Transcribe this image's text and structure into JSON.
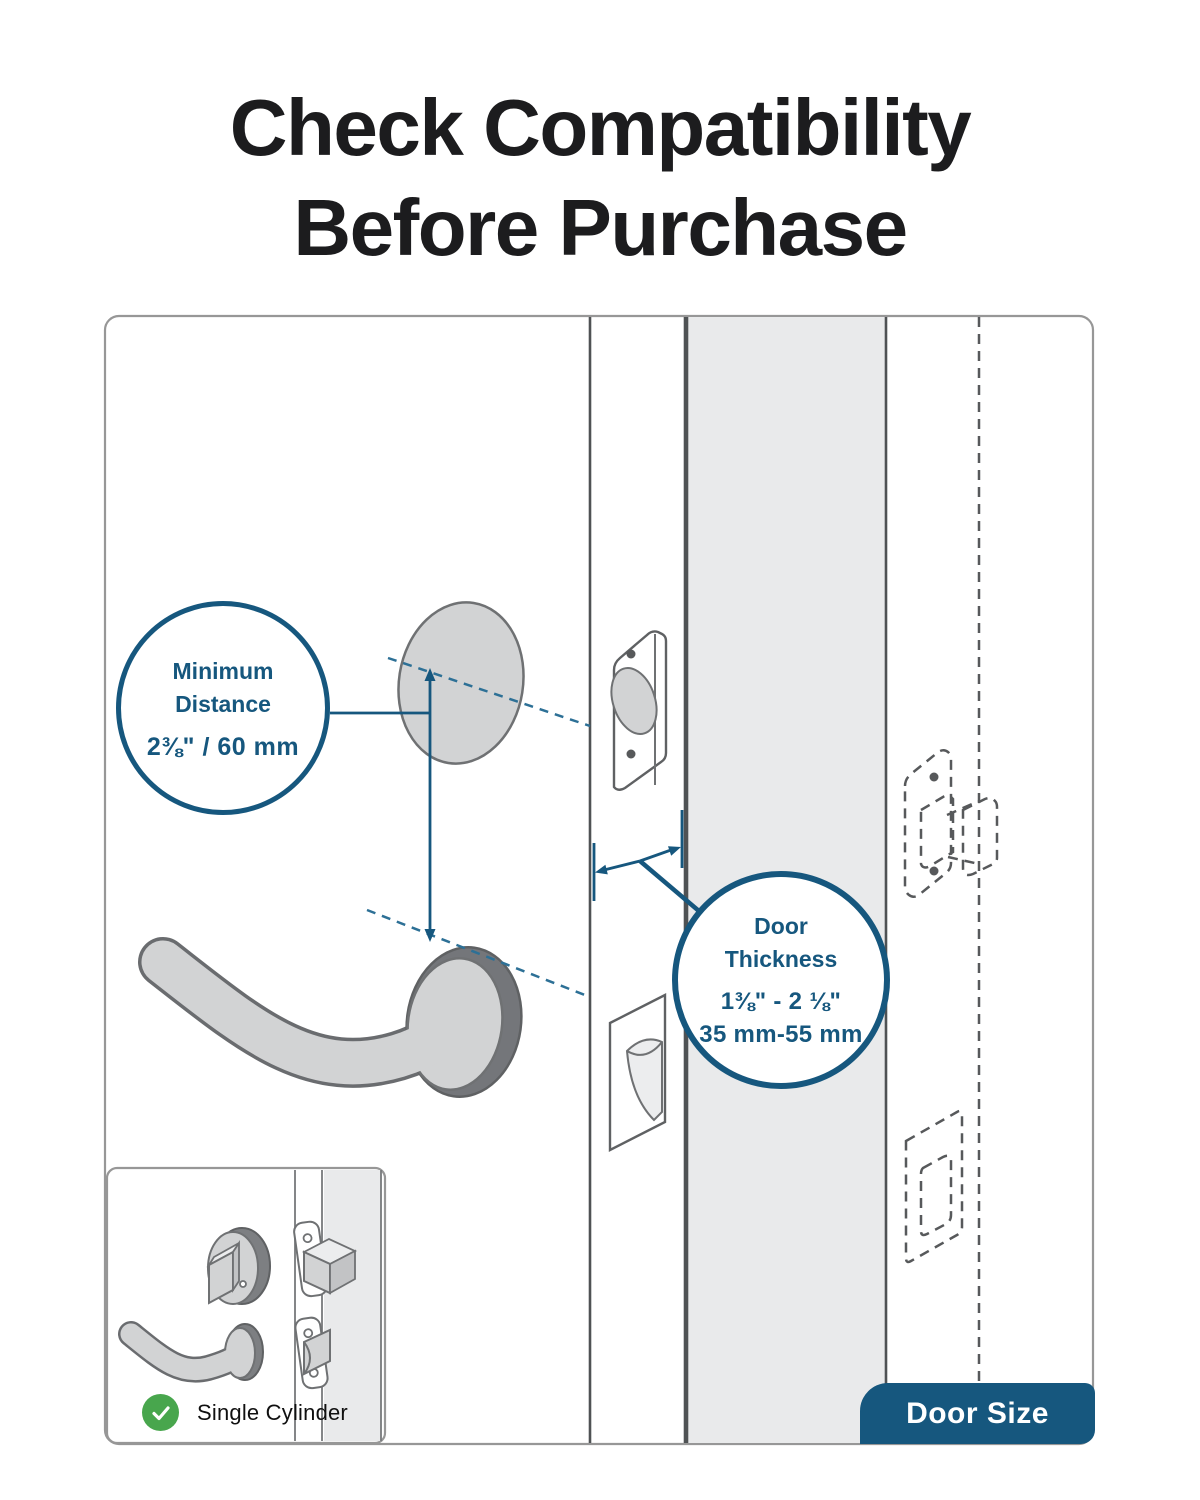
{
  "title": {
    "line1": "Check Compatibility",
    "line2": "Before Purchase"
  },
  "diagram": {
    "callouts": {
      "minimum_distance": {
        "label": [
          "Minimum",
          "Distance"
        ],
        "value": "2⅜\" / 60 mm"
      },
      "door_thickness": {
        "label": [
          "Door",
          "Thickness"
        ],
        "value_inches": "1⅜\" - 2 ⅛\"",
        "value_mm": "35 mm-55 mm"
      }
    },
    "inset": {
      "check_icon": "check-circle-icon",
      "check_label": "Single Cylinder"
    },
    "door_size_tag": "Door Size"
  },
  "colors": {
    "accent_blue": "#16577E",
    "dashed_blue": "#2D7096",
    "check_green": "#48A64D",
    "panel_gray": "#E9EAEB",
    "metal_gray": "#D2D3D4",
    "ring_gray": "#74767A",
    "outline_gray": "#6F7173",
    "frame_gray": "#979797",
    "dark_line": "#4F5254",
    "ink": "#1C1C1E"
  }
}
